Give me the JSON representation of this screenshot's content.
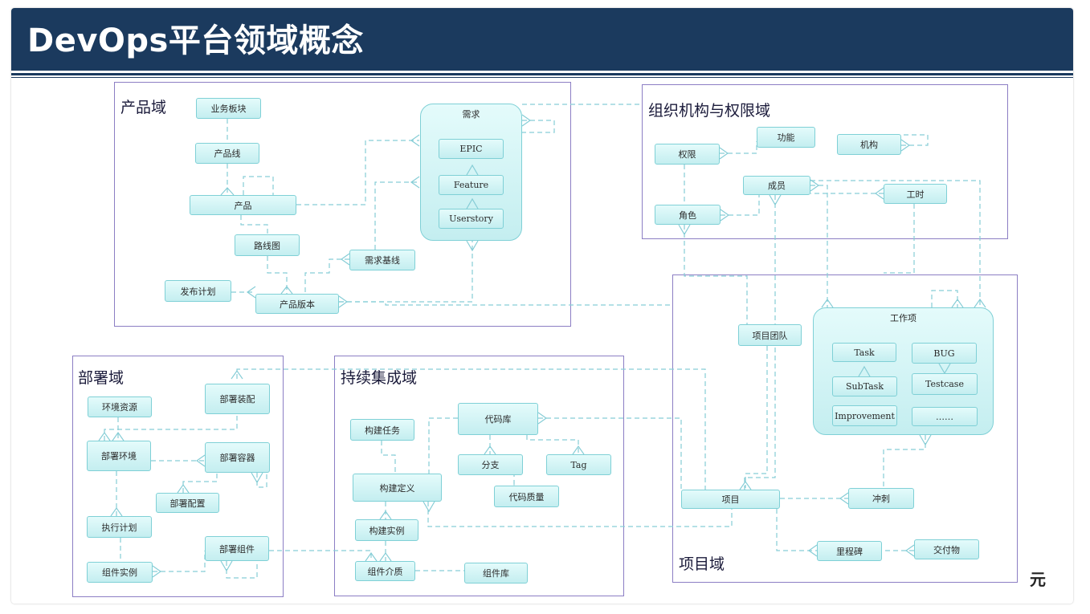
{
  "header": {
    "title": "DevOps平台领域概念"
  },
  "domains": {
    "product": "产品域",
    "org": "组织机构与权限域",
    "deploy": "部署域",
    "ci": "持续集成域",
    "project": "项目域"
  },
  "product": {
    "business_block": "业务板块",
    "product_line": "产品线",
    "product": "产品",
    "roadmap": "路线图",
    "release_plan": "发布计划",
    "product_version": "产品版本",
    "req_baseline": "需求基线",
    "requirement": "需求",
    "epic": "EPIC",
    "feature": "Feature",
    "userstory": "Userstory"
  },
  "org": {
    "permission": "权限",
    "function": "功能",
    "organization": "机构",
    "member": "成员",
    "role": "角色",
    "worktime": "工时"
  },
  "project": {
    "project_team": "项目团队",
    "work_item": "工作项",
    "task": "Task",
    "bug": "BUG",
    "subtask": "SubTask",
    "testcase": "Testcase",
    "improvement": "Improvement",
    "more": "……",
    "project": "项目",
    "sprint": "冲刺",
    "milestone": "里程碑",
    "deliverable": "交付物"
  },
  "deploy": {
    "env_resource": "环境资源",
    "deploy_assembly": "部署装配",
    "deploy_env": "部署环境",
    "deploy_container": "部署容器",
    "deploy_config": "部署配置",
    "exec_plan": "执行计划",
    "component_instance": "组件实例",
    "deploy_component": "部署组件"
  },
  "ci": {
    "build_task": "构建任务",
    "code_repo": "代码库",
    "branch": "分支",
    "tag": "Tag",
    "build_def": "构建定义",
    "code_quality": "代码质量",
    "build_instance": "构建实例",
    "component_medium": "组件介质",
    "component_repo": "组件库"
  },
  "corner_text": "元",
  "colors": {
    "header": "#1b3a5e",
    "domain_border": "#8c7ec4",
    "entity_fill": "#cdf1f3",
    "link": "#7fc8d2"
  }
}
